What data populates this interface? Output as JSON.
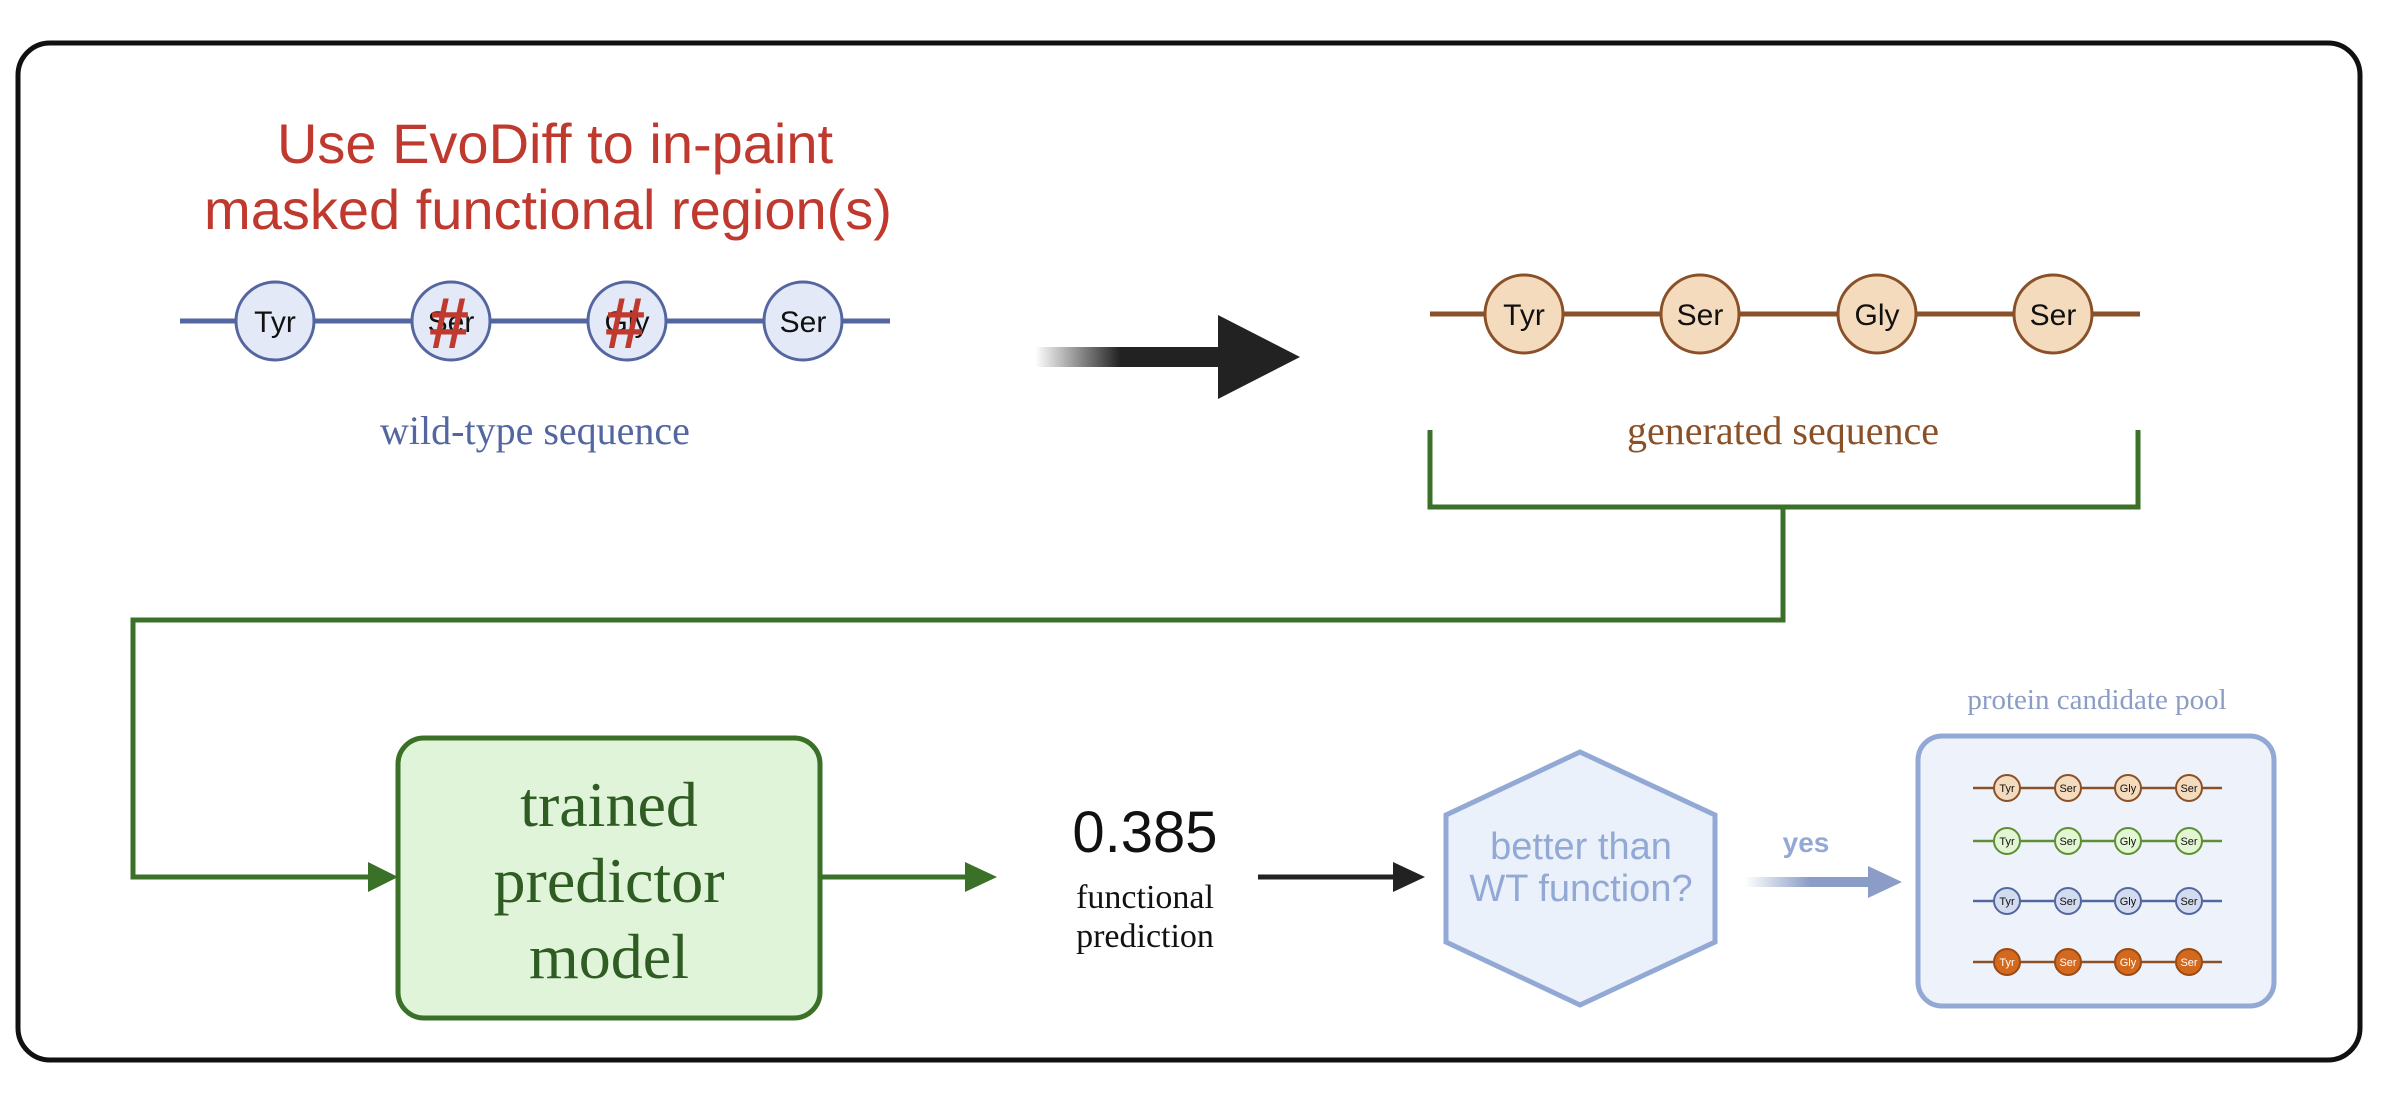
{
  "title": {
    "line1": "Use EvoDiff to in-paint",
    "line2": "masked functional region(s)"
  },
  "wild_type": {
    "residues": [
      "Tyr",
      "Ser",
      "Gly",
      "Ser"
    ],
    "masked_symbol": "#",
    "label": "wild-type sequence"
  },
  "generated": {
    "residues": [
      "Tyr",
      "Ser",
      "Gly",
      "Ser"
    ],
    "label": "generated sequence"
  },
  "predictor": {
    "line1": "trained",
    "line2": "predictor",
    "line3": "model"
  },
  "prediction": {
    "value": "0.385",
    "label_line1": "functional",
    "label_line2": "prediction"
  },
  "decision": {
    "line1": "better than",
    "line2": "WT function?",
    "yes_label": "yes"
  },
  "pool": {
    "title": "protein candidate pool",
    "rows": [
      {
        "residues": [
          "Tyr",
          "Ser",
          "Gly",
          "Ser"
        ]
      },
      {
        "residues": [
          "Tyr",
          "Ser",
          "Gly",
          "Ser"
        ]
      },
      {
        "residues": [
          "Tyr",
          "Ser",
          "Gly",
          "Ser"
        ]
      },
      {
        "residues": [
          "Tyr",
          "Ser",
          "Gly",
          "Ser"
        ]
      }
    ]
  },
  "colors": {
    "title_red": "#c0392f",
    "wt_blue": "#5366a0",
    "wt_fill": "#e3e9f7",
    "gen_brown": "#8a5128",
    "gen_fill": "#f5dbbd",
    "green": "#3a7028",
    "green_fill": "#e0f4d9",
    "pale_blue": "#93a9d5",
    "hex_fill": "#ebf1fb",
    "pool_fill": "#eef3fb",
    "orange": "#d2691e"
  }
}
